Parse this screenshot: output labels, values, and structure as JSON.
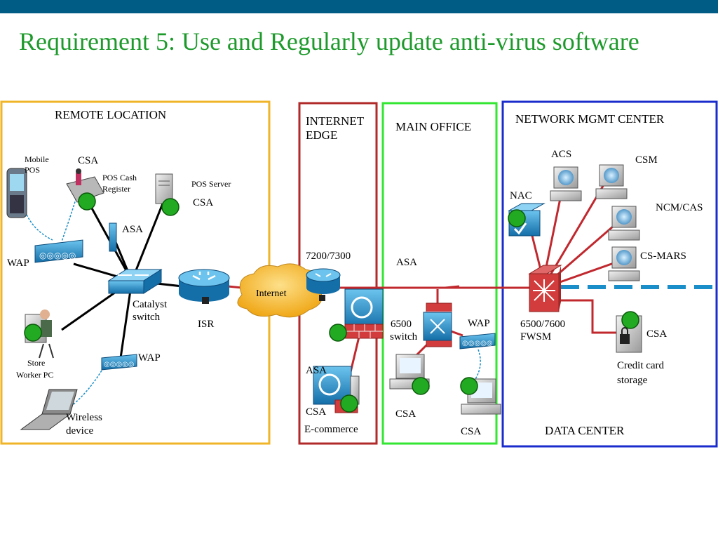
{
  "title": "Requirement 5: Use and Regularly update anti-virus software",
  "colors": {
    "top_bar": "#005b85",
    "title": "#1e9a2c",
    "remote_border": "#f0b428",
    "internet_edge_border": "#b02a2a",
    "main_office_border": "#32e632",
    "data_center_border": "#1a2ccc",
    "red_link": "#c0282e",
    "blue_link": "#1a8ec8",
    "csa_marker": "#22aa22",
    "device_blue": "#1e8ac8",
    "firewall_red": "#d23c3c"
  },
  "zones": {
    "remote": "REMOTE LOCATION",
    "internet_edge_line1": "INTERNET",
    "internet_edge_line2": "EDGE",
    "main_office": "MAIN OFFICE",
    "nmc": "NETWORK MGMT CENTER",
    "data_center": "DATA CENTER"
  },
  "labels": {
    "mobile_pos_line1": "Mobile",
    "mobile_pos_line2": "POS",
    "csa_cash": "CSA",
    "pos_cash_line1": "POS Cash",
    "pos_cash_line2": "Register",
    "pos_server": "POS Server",
    "csa_server": "CSA",
    "asa_remote": "ASA",
    "wap_remote": "WAP",
    "catalyst_line1": "Catalyst",
    "catalyst_line2": "switch",
    "isr": "ISR",
    "store_pc_line1": "Store",
    "store_pc_line2": "Worker PC",
    "wap_remote2": "WAP",
    "wireless_line1": "Wireless",
    "wireless_line2": "device",
    "internet": "Internet",
    "router_7200": "7200/7300",
    "asa_edge": "ASA",
    "csa_ecom": "CSA",
    "ecommerce": "E-commerce",
    "asa_main": "ASA",
    "switch6500_line1": "6500",
    "switch6500_line2": "switch",
    "wap_main": "WAP",
    "csa_main1": "CSA",
    "csa_main2": "CSA",
    "acs": "ACS",
    "csm": "CSM",
    "nac": "NAC",
    "ncm_cas": "NCM/CAS",
    "cs_mars": "CS-MARS",
    "fwsm_line1": "6500/7600",
    "fwsm_line2": "FWSM",
    "csa_dc": "CSA",
    "credit_line1": "Credit  card",
    "credit_line2": "storage"
  }
}
